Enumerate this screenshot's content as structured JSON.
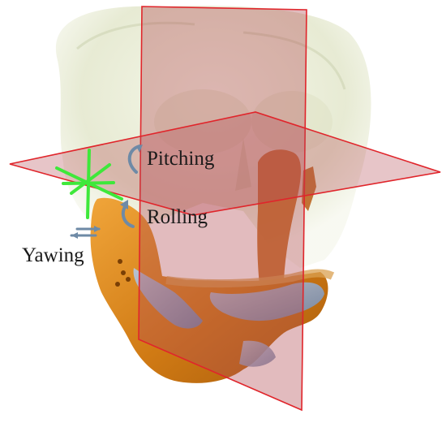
{
  "labels": {
    "pitching": "Pitching",
    "rolling": "Rolling",
    "yawing": "Yawing"
  },
  "icons": {
    "pitch_arrow": "curved-arrow-icon",
    "roll_arrow": "curved-arrow-icon",
    "yaw_arrow": "double-arrow-icon",
    "rotation_center": "asterisk-axes-icon"
  },
  "colors": {
    "skull": "#e9ecd8",
    "mandible_bone": "#d9861c",
    "mandible_implant": "#8aa3c6",
    "plane_fill": "#b34b55",
    "plane_edge": "#e0252b",
    "rotation_axes": "#3ee83a",
    "arrows": "#6e8aa6",
    "label_text": "#1a1a1a"
  }
}
